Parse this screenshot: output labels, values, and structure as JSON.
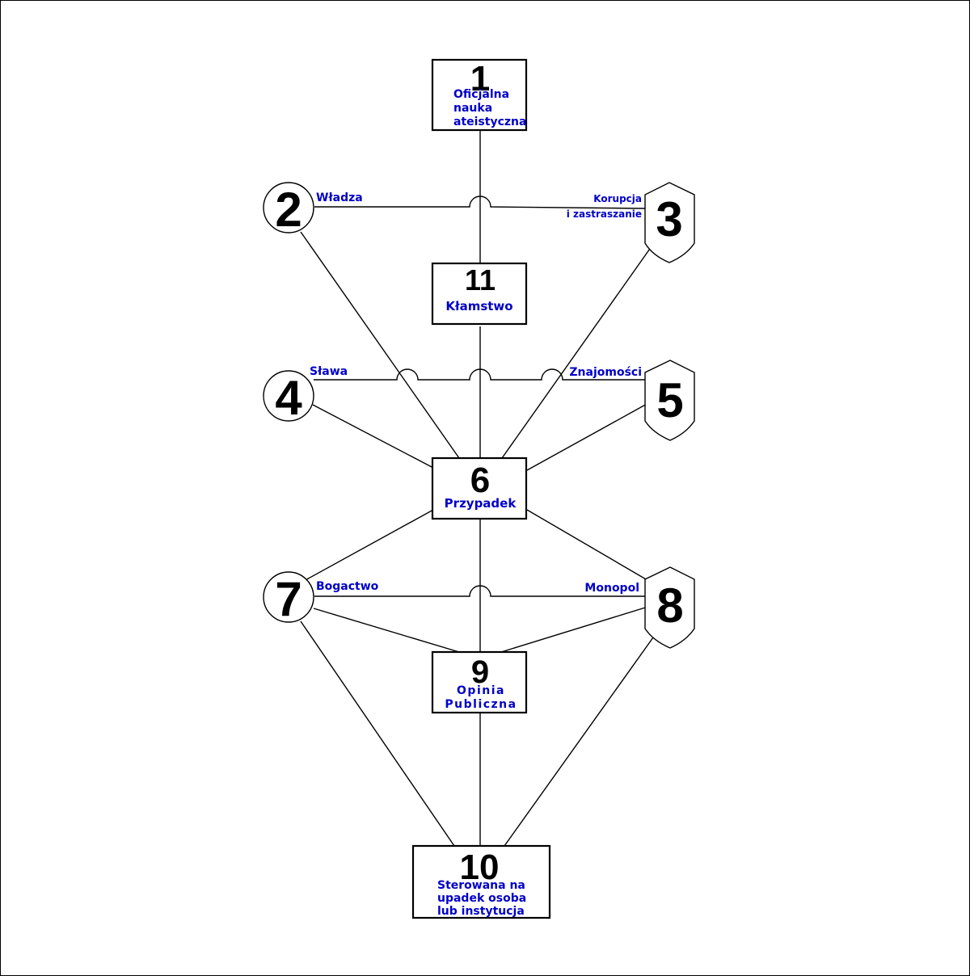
{
  "nodes": [
    {
      "id": "1",
      "number": "1",
      "label_lines": [
        "Oficjalna",
        "nauka",
        "ateistyczna"
      ]
    },
    {
      "id": "2",
      "number": "2",
      "label_lines": [
        "Władza"
      ]
    },
    {
      "id": "3",
      "number": "3",
      "label_lines": [
        "Korupcja",
        "i zastraszanie"
      ]
    },
    {
      "id": "4",
      "number": "4",
      "label_lines": [
        "Sława"
      ]
    },
    {
      "id": "5",
      "number": "5",
      "label_lines": [
        "Znajomości"
      ]
    },
    {
      "id": "6",
      "number": "6",
      "label_lines": [
        "Przypadek"
      ]
    },
    {
      "id": "7",
      "number": "7",
      "label_lines": [
        "Bogactwo"
      ]
    },
    {
      "id": "8",
      "number": "8",
      "label_lines": [
        "Monopol"
      ]
    },
    {
      "id": "9",
      "number": "9",
      "label_lines": [
        "Opinia",
        "Publiczna"
      ]
    },
    {
      "id": "10",
      "number": "10",
      "label_lines": [
        "Sterowana na",
        "upadek osoba",
        "lub instytucja"
      ]
    },
    {
      "id": "11",
      "number": "11",
      "label_lines": [
        "Kłamstwo"
      ]
    }
  ],
  "connections": [
    [
      "1",
      "11"
    ],
    [
      "11",
      "6"
    ],
    [
      "2",
      "3"
    ],
    [
      "2",
      "6"
    ],
    [
      "3",
      "6"
    ],
    [
      "4",
      "5"
    ],
    [
      "4",
      "6"
    ],
    [
      "5",
      "6"
    ],
    [
      "6",
      "7"
    ],
    [
      "6",
      "8"
    ],
    [
      "6",
      "9"
    ],
    [
      "7",
      "8"
    ],
    [
      "7",
      "9"
    ],
    [
      "8",
      "9"
    ],
    [
      "7",
      "10"
    ],
    [
      "8",
      "10"
    ],
    [
      "9",
      "10"
    ]
  ],
  "colors": {
    "label": "#0000c8",
    "stroke": "#000000"
  }
}
